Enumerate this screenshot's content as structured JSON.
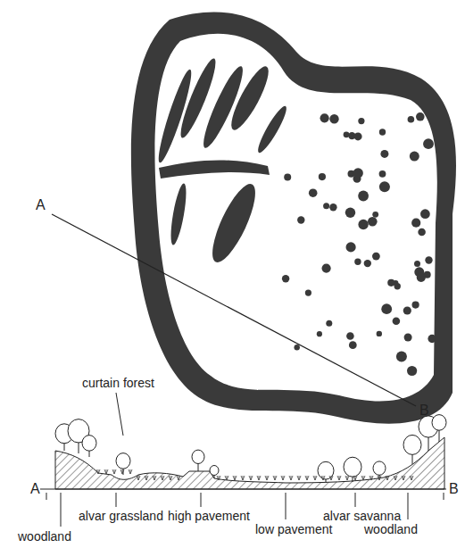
{
  "diagram": {
    "labels": [
      "A",
      "B",
      "curtain forest",
      "high pavement",
      "alvar savanna",
      "alvar grassland",
      "low pavement",
      "A",
      "B",
      "woodland",
      "woodland"
    ]
  }
}
